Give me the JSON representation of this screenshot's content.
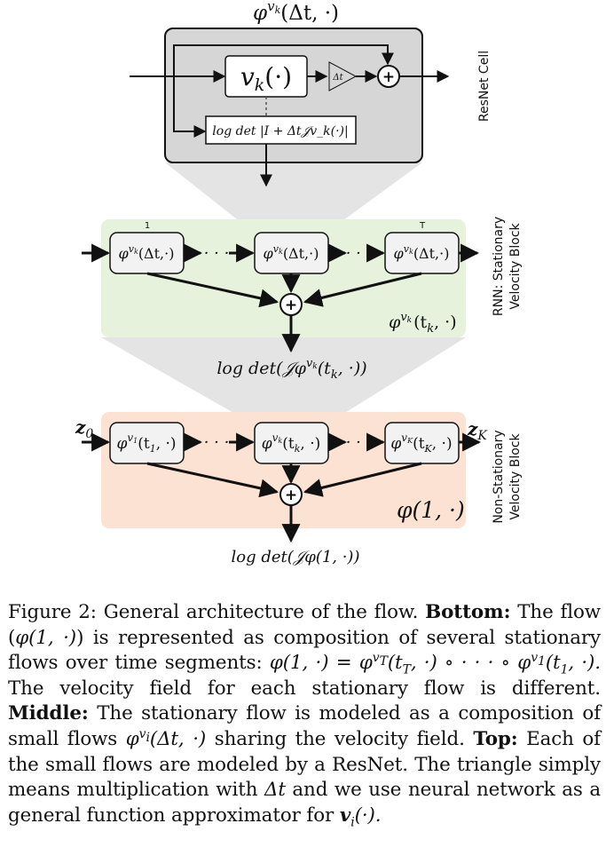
{
  "diagram": {
    "resnet": {
      "title": "φ^{v_k}(Δt, ·)",
      "title_base": "φ",
      "title_sup": "v",
      "title_sup_sub": "k",
      "title_args": "(Δt, ·)",
      "velocity_box": "v_k(·)",
      "velocity_base": "v",
      "velocity_sub": "k",
      "velocity_args": "(·)",
      "triangle": "Δt",
      "plus": "+",
      "logdet_box": "log det |I + Δt𝒥v_k(·)|",
      "side_label": "ResNet Cell"
    },
    "rnn": {
      "index_first": "1",
      "index_last": "T",
      "box_label": "φ^{v_k}(Δt, ·)",
      "box_base": "φ",
      "box_sup": "v",
      "box_sup_sub": "k",
      "box_args": "(Δt,·)",
      "dots": "· · ·",
      "plus": "+",
      "block_value": "φ^{v_k}(t_k, ·)",
      "block_args": "(t",
      "block_args_end": ", ·)",
      "block_sub": "k",
      "logdet": "log det(𝒥φ^{v_k}(t_k, ·))",
      "logdet_prefix": "log det(𝒥",
      "logdet_suffix": "(t",
      "logdet_end": ", ·))",
      "side_label_line1": "RNN: Stationary",
      "side_label_line2": "Velocity Block"
    },
    "nonstat": {
      "input": "z_0",
      "input_base": "z",
      "input_sub": "0",
      "output": "z_K",
      "output_base": "z",
      "output_sub": "K",
      "box1": "φ^{v_1}(t_1, ·)",
      "box1_sup_sub": "1",
      "box1_arg_sub": "1",
      "box2": "φ^{v_k}(t_k, ·)",
      "box2_sup_sub": "k",
      "box2_arg_sub": "k",
      "box3": "φ^{v_K}(t_K, ·)",
      "box3_sup_sub": "K",
      "box3_arg_sub": "K",
      "phi": "φ",
      "v": "v",
      "t_open": "(t",
      "t_close": ", ·)",
      "dots": "· · ·",
      "plus": "+",
      "block_value": "φ(1, ·)",
      "logdet": "log det(𝒥φ(1, ·))",
      "side_label_line1": "Non-Stationary",
      "side_label_line2": "Velocity Block"
    },
    "colors": {
      "resnet_panel": "#d6d6d6",
      "rnn_panel": "#e6f2dc",
      "nonstat_panel": "#fbe2d3",
      "funnel": "#e4e4e4",
      "box_fill": "#f2f2f2",
      "stroke": "#111111"
    }
  },
  "caption": {
    "figure_label": "Figure 2:",
    "intro": "General architecture of the flow.",
    "bottom_label": "Bottom:",
    "bottom_text_1": "The flow (",
    "bottom_math_1": "φ(1, ·)",
    "bottom_text_2": ") is represented as composition of several stationary flows over time segments:",
    "bottom_math_2": "φ(1, ·) = φ",
    "bottom_math_2_sup": "v",
    "bottom_math_2_supsub": "T",
    "bottom_math_2_args": "(t",
    "bottom_math_2_argsub": "T",
    "bottom_math_2_end": ", ·) ∘ · · · ∘ φ",
    "bottom_math_3_sup": "v",
    "bottom_math_3_supsub": "1",
    "bottom_math_3_args": "(t",
    "bottom_math_3_argsub": "1",
    "bottom_math_3_end": ", ·).",
    "bottom_text_3": "The velocity field for each stationary flow is different.",
    "middle_label": "Middle:",
    "middle_text_1": "The stationary flow is modeled as a composition of small flows",
    "middle_math": "φ",
    "middle_math_sup": "v",
    "middle_math_supsub": "i",
    "middle_math_args": "(Δt, ·)",
    "middle_text_2": "sharing the velocity field.",
    "top_label": "Top:",
    "top_text_1": "Each of the small flows are modeled by a ResNet. The triangle simply means multiplication with",
    "top_math": "Δt",
    "top_text_2": "and we use neural network as a general function approximator for",
    "top_math_2": "v",
    "top_math_2_sub": "i",
    "top_math_2_args": "(·)."
  }
}
